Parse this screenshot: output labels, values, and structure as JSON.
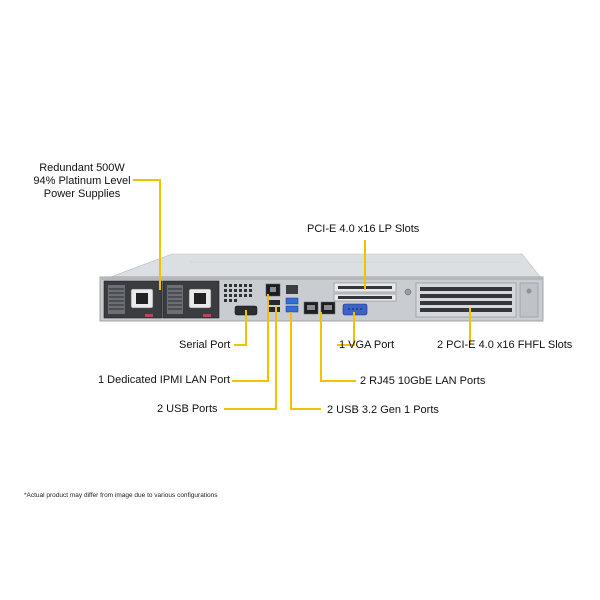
{
  "callouts": {
    "psu_line1": "Redundant  500W",
    "psu_line2": "94% Platinum  Level",
    "psu_line3": "Power Supplies",
    "pcie_lp": "PCI-E  4.0 x16 LP Slots",
    "serial": "Serial Port",
    "vga": "1 VGA Port",
    "fhfl": "2 PCI-E  4.0 x16 FHFL Slots",
    "ipmi": "1 Dedicated IPMI  LAN Port",
    "rj45": "2 RJ45  10GbE LAN Ports",
    "usb2": "2 USB Ports",
    "usb3": "2 USB 3.2 Gen  1 Ports"
  },
  "footnote": "*Actual product may differ from image due to various configurations",
  "colors": {
    "leader_line": "#f2c200",
    "chassis_body": "#c9ccd0",
    "chassis_dark": "#2a2c30",
    "usb_blue": "#2f6fd6",
    "vga_blue": "#3b63c8"
  }
}
